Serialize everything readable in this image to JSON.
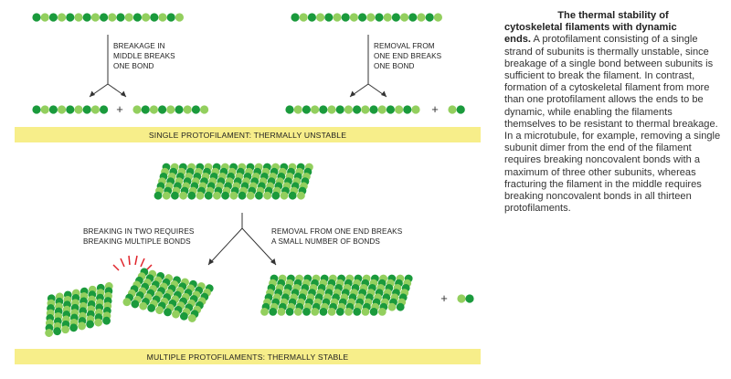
{
  "figure": {
    "top_left_label": [
      "BREAKAGE IN",
      "MIDDLE BREAKS",
      "ONE BOND"
    ],
    "top_right_label": [
      "REMOVAL FROM",
      "ONE END BREAKS",
      "ONE BOND"
    ],
    "top_bar": "SINGLE PROTOFILAMENT: THERMALLY UNSTABLE",
    "bottom_left_label": [
      "BREAKING IN TWO REQUIRES",
      "BREAKING MULTIPLE BONDS"
    ],
    "bottom_right_label": [
      "REMOVAL FROM ONE END BREAKS",
      "A SMALL NUMBER OF BONDS"
    ],
    "bottom_bar": "MULTIPLE PROTOFILAMENTS: THERMALLY STABLE",
    "plus_sign": "+",
    "colors": {
      "dark_subunit": "#1a9a3c",
      "light_subunit": "#93cf5e",
      "bar": "#f7ee8a",
      "break_mark": "#e0232a"
    }
  },
  "caption": {
    "title_line1": "The thermal stability of",
    "title_line2": "cytoskeletal filaments with dynamic",
    "lead": "ends.",
    "body": "A protofilament consisting of a single strand of subunits is thermally unstable, since breakage of a single bond between subunits is sufficient to break the filament. In contrast, formation of a cytoskeletal filament from more than one protofilament allows the ends to be dynamic, while enabling the filaments themselves to be resistant to thermal breakage. In a microtubule, for example, removing a single subunit dimer from the end of the filament requires breaking noncovalent bonds with a maximum of three other subunits, whereas fracturing the filament in the middle requires breaking noncovalent bonds in all thirteen protofilaments."
  }
}
